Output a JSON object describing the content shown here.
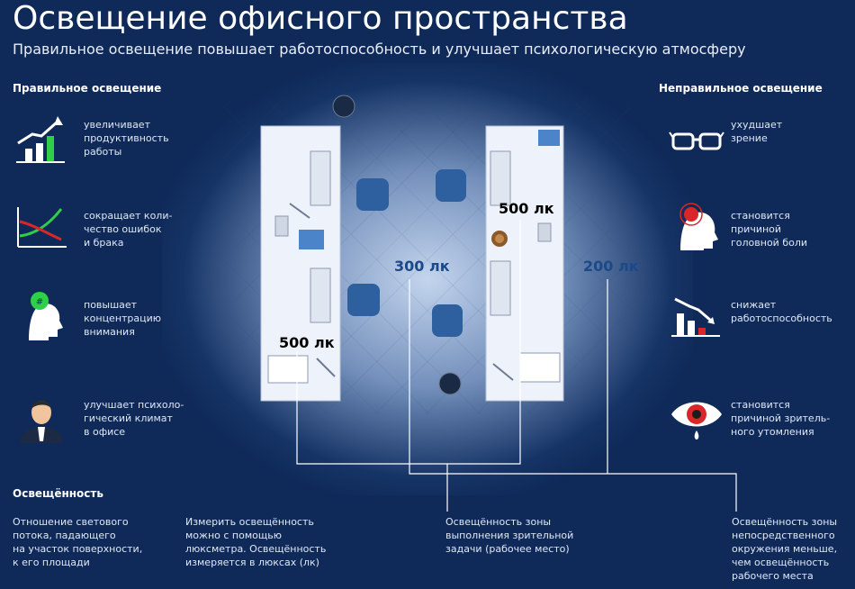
{
  "header": {
    "title": "Освещение офисного пространства",
    "subtitle": "Правильное освещение повышает работоспособность и улучшает психологическую атмосферу"
  },
  "left": {
    "heading": "Правильное освещение",
    "items": [
      {
        "text": "увеличивает\nпродуктивность\nработы",
        "icon": "growth-chart-icon"
      },
      {
        "text": "сокращает коли-\nчество ошибок\nи брака",
        "icon": "decline-errors-chart-icon"
      },
      {
        "text": "повышает\nконцентрацию\nвнимания",
        "icon": "focused-head-icon"
      },
      {
        "text": "улучшает психоло-\nгический климат\nв офисе",
        "icon": "businessman-icon"
      }
    ]
  },
  "right": {
    "heading": "Неправильное освещение",
    "items": [
      {
        "text": "ухудшает\nзрение",
        "icon": "glasses-icon"
      },
      {
        "text": "становится\nпричиной\nголовной боли",
        "icon": "headache-head-icon"
      },
      {
        "text": "снижает\nработоспособность",
        "icon": "declining-bars-icon"
      },
      {
        "text": "становится\nпричиной зритель-\nного утомления",
        "icon": "tired-eye-icon"
      }
    ]
  },
  "plan": {
    "lux_desk_upper": "500 лк",
    "lux_desk_lower": "500 лк",
    "lux_aisle": "300 лк",
    "lux_surroundings": "200 лк"
  },
  "bottom": {
    "heading": "Освещённость",
    "definition": "Отношение светового\nпотока, падающего\nна участок поверхности,\nк его площади",
    "measurement": "Измерить освещённость\nможно с помощью\nлюксметра. Освещённость\nизмеряется в люксах (лк)",
    "task_zone": "Освещённость зоны\nвыполнения зрительной\nзадачи (рабочее место)",
    "surroundings": "Освещённость зоны\nнепосредственного\nокружения меньше,\nчем освещённость\nрабочего места"
  },
  "colors": {
    "background": "#0f2a59",
    "accent_green": "#2fcf4a",
    "accent_red": "#d9262b"
  }
}
